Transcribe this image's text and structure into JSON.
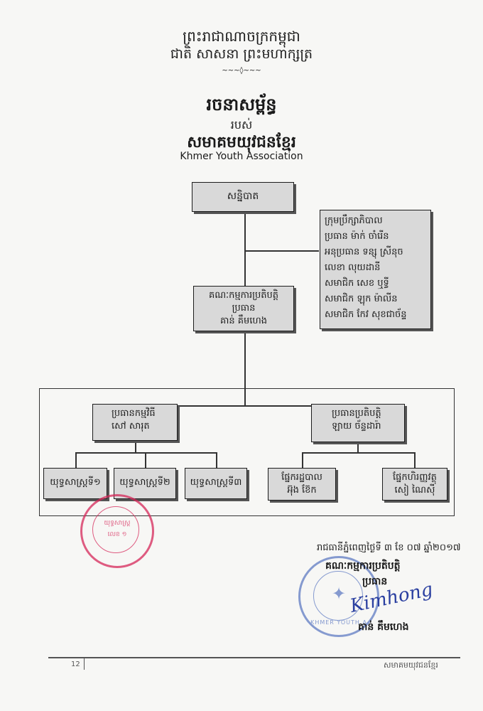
{
  "header": {
    "line1": "ព្រះរាជាណាចក្រកម្ពុជា",
    "line2": "ជាតិ សាសនា ព្រះមហាក្សត្រ",
    "ornament": "~~~◊~~~"
  },
  "title": {
    "main": "រចនាសម្ព័ន្ធ",
    "of": "របស់",
    "org": "សមាគមយុវជនខ្មែរ",
    "latin": "Khmer Youth Association",
    "ornament": "~~~◊~~~"
  },
  "chart": {
    "congress": "សន្និបាត",
    "board": [
      "ក្រុមប្រឹក្សាភិបាល",
      "ប្រធាន ម៉ាក់ ចាំរើន",
      "អនុប្រធាន ទន្សុ ស្រីនុច",
      "លេខា លុយដានី",
      "សមាជិក សេខ ឬទ្ធី",
      "សមាជិក ឡុក ម៉ាលីន",
      "សមាជិក កែវ សុខជាច័ន្ទ"
    ],
    "exec": [
      "គណៈកម្មការប្រតិបត្តិ",
      "ប្រធាន",
      "គាន់ គឹមហេង"
    ],
    "program": [
      "ប្រធានកម្មវិធី",
      "សៅ សារុត"
    ],
    "operations": [
      "ប្រធានប្រតិបត្តិ",
      "ឡាយ ច័ន្ទដារ៉ា"
    ],
    "strategies": [
      "យុទ្ធសាស្ត្រទី១",
      "យុទ្ធសាស្ត្រទី២",
      "យុទ្ធសាស្ត្រទី៣"
    ],
    "admin": [
      "ផ្នែករដ្ឋបាល",
      "អ៊ុង ខ៊ែក"
    ],
    "finance": [
      "ផ្នែកហិរញ្ញវត្ថុ",
      "សៀ ណៃស៊ី"
    ]
  },
  "signature": {
    "date": "រាជធានីភ្នំពេញថ្ងៃទី ៣ ខែ ០៧ ឆ្នាំ២០១៧",
    "office": "គណៈកម្មការប្រតិបត្តិ",
    "role": "ប្រធាន",
    "name": "គាន់ គឹមហេង",
    "signature_text": "Kimhong"
  },
  "stamps": {
    "red_line1": "យុទ្ធសាស្ត្រ",
    "red_line2": "លេខ ១",
    "blue_text": "KHMER YOUTH A"
  },
  "footer": {
    "page": "12",
    "org": "សមាគមយុវជនខ្មែរ"
  },
  "colors": {
    "box_fill": "#d9d9d9",
    "stamp_red": "#d6285a",
    "stamp_blue": "#5573c0"
  }
}
